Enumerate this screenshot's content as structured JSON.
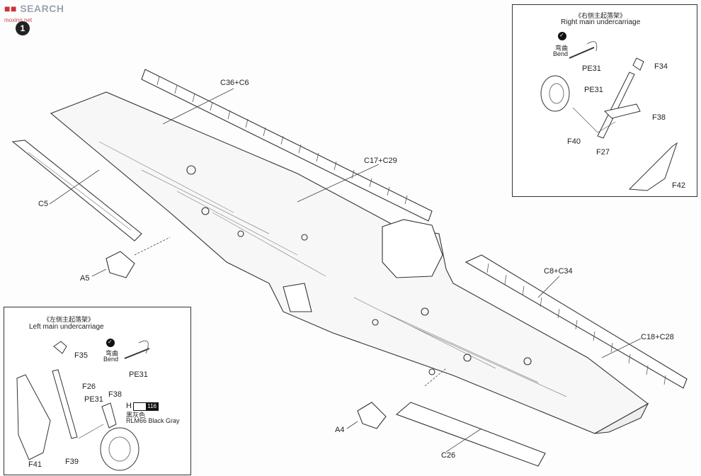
{
  "watermark": {
    "text": "SEARCH",
    "sub": "moxing.net"
  },
  "step_number": "1",
  "main_labels": {
    "c36_c6": "C36+C6",
    "c17_c29": "C17+C29",
    "c5": "C5",
    "a5": "A5",
    "c8_c34": "C8+C34",
    "c18_c28": "C18+C28",
    "a4": "A4",
    "c26": "C26"
  },
  "right_panel": {
    "title_cn": "《右侧主起落架》",
    "title_en": "Right main undercarriage",
    "bend_cn": "弯曲",
    "bend_en": "Bend",
    "pe31_a": "PE31",
    "pe31_b": "PE31",
    "f34": "F34",
    "f38": "F38",
    "f40": "F40",
    "f27": "F27",
    "f42": "F42"
  },
  "left_panel": {
    "title_cn": "《左侧主起落架》",
    "title_en": "Left main undercarriage",
    "bend_cn": "弯曲",
    "bend_en": "Bend",
    "pe31_a": "PE31",
    "pe31_b": "PE31",
    "f35": "F35",
    "f26": "F26",
    "f38": "F38",
    "f41": "F41",
    "f39": "F39",
    "color_code_letter": "H",
    "color_code_num": "116",
    "color_cn": "黑灰色",
    "color_en": "RLM66 Black Gray"
  }
}
